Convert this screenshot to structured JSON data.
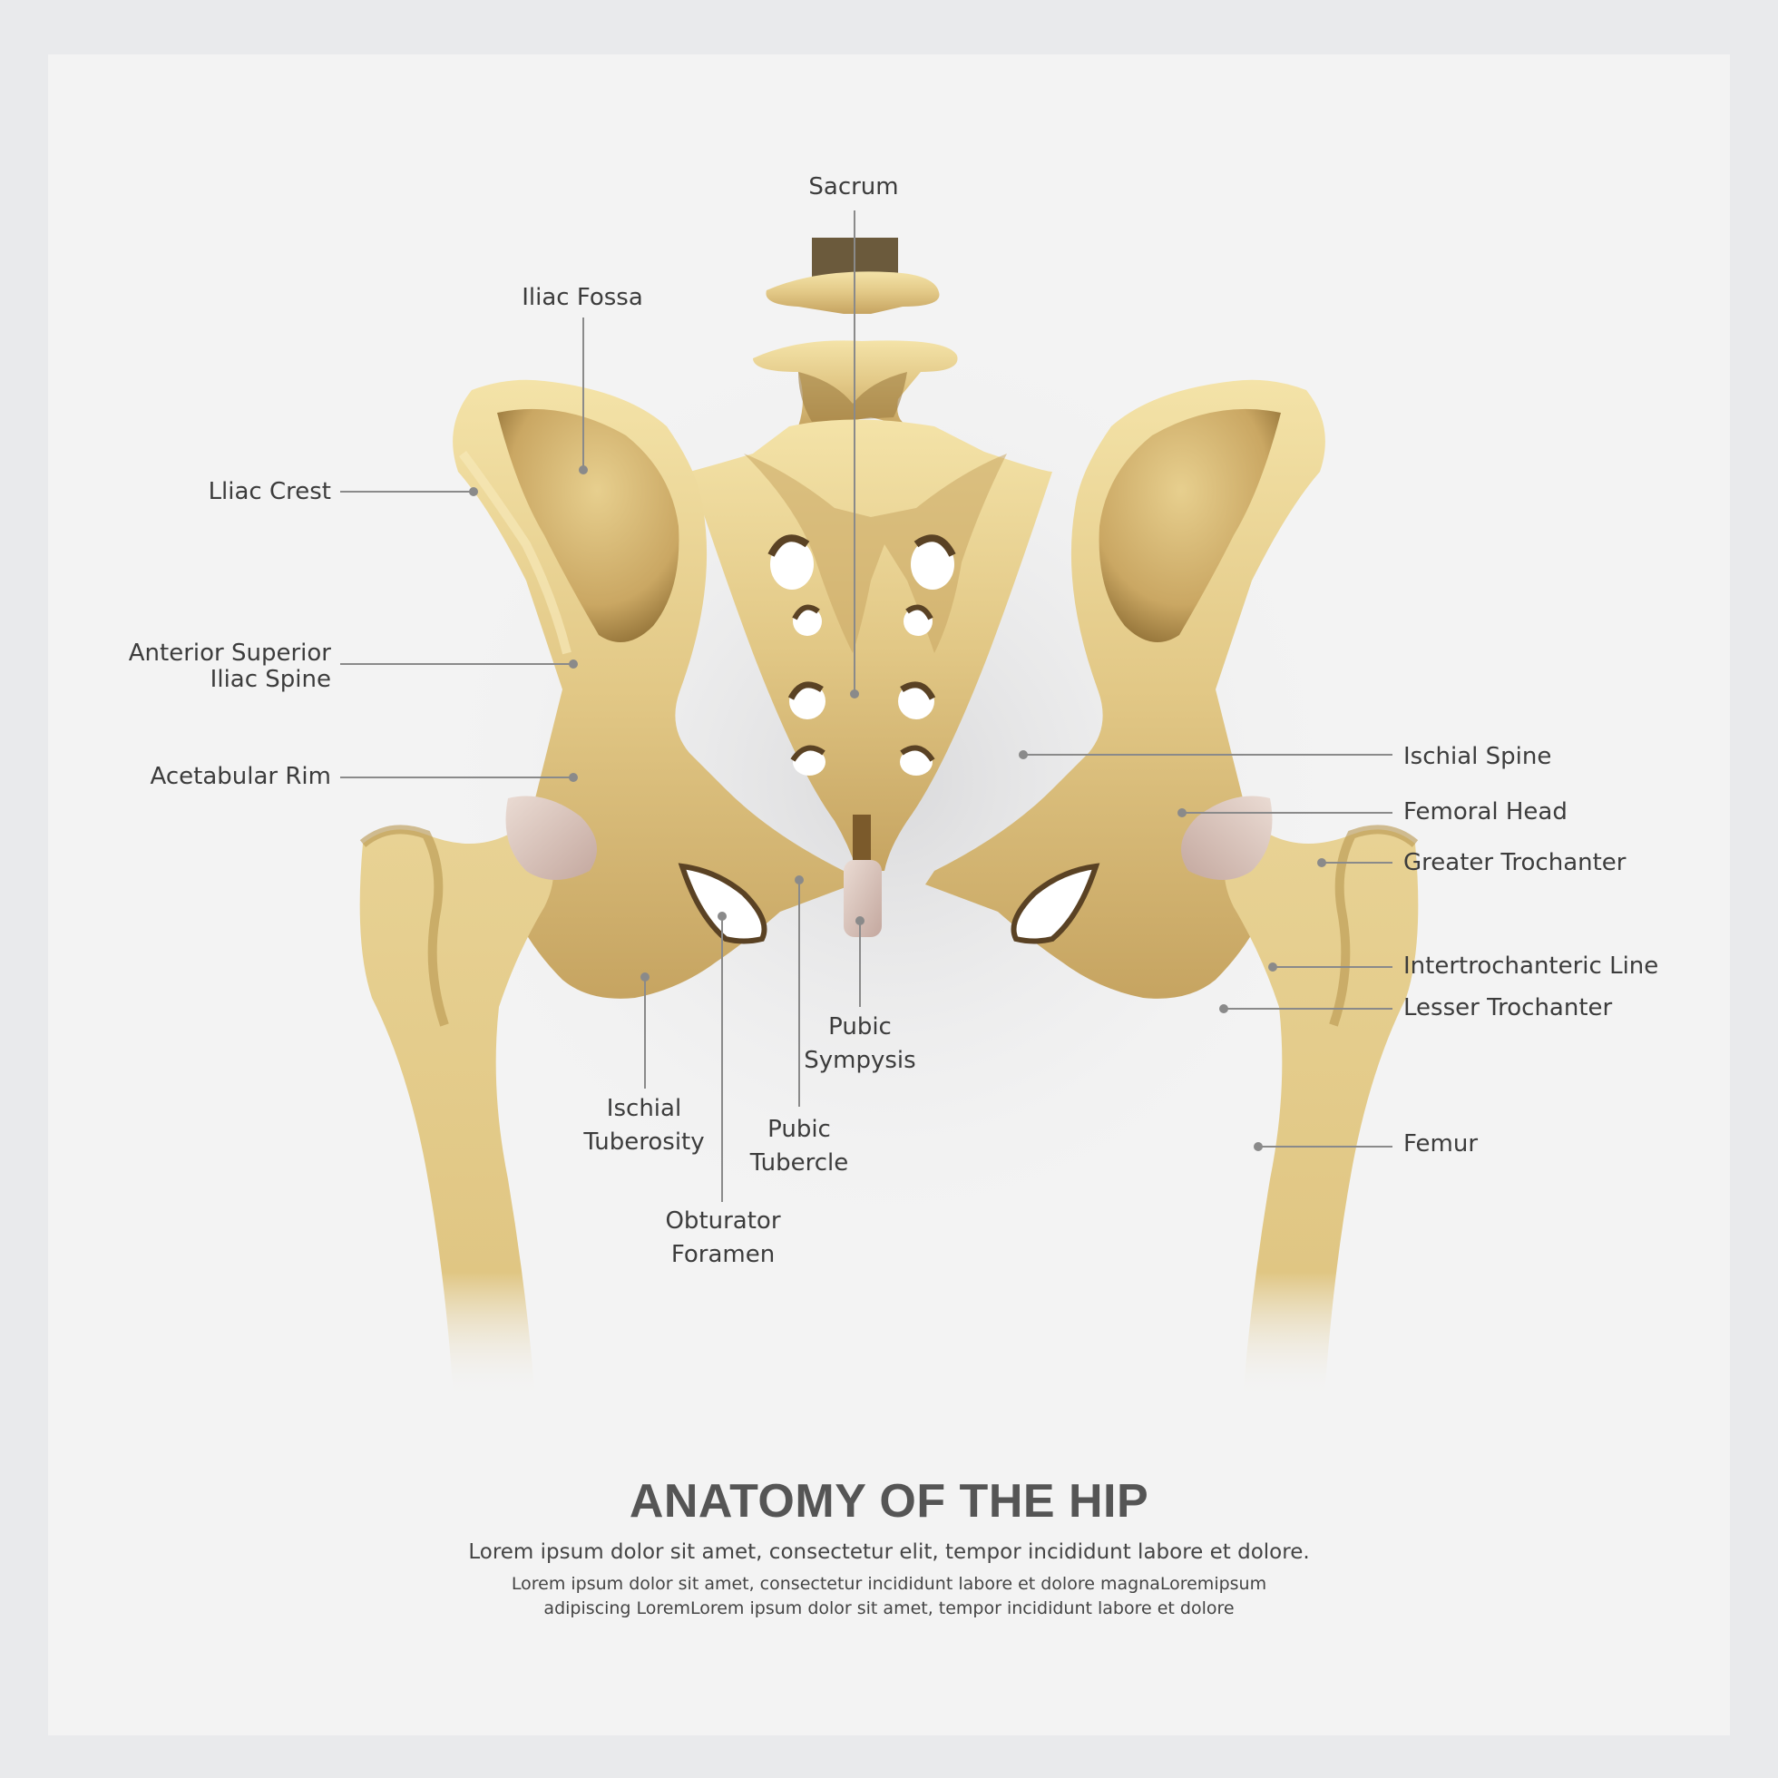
{
  "title": "ANATOMY OF THE HIP",
  "description_line1": "Lorem ipsum dolor sit amet, consectetur elit, tempor incididunt labore et dolore.",
  "description_line2": "Lorem ipsum dolor sit amet, consectetur  incididunt labore et dolore magnaLoremipsum",
  "description_line3": "adipiscing LoremLorem ipsum dolor sit amet, tempor incididunt labore et dolore",
  "labels": {
    "sacrum": "Sacrum",
    "iliac_fossa": "Iliac Fossa",
    "iliac_crest": "Lliac Crest",
    "asis_line1": "Anterior Superior",
    "asis_line2": "Iliac Spine",
    "acetabular_rim": "Acetabular Rim",
    "ischial_spine": "Ischial Spine",
    "femoral_head": "Femoral Head",
    "greater_trochanter": "Greater Trochanter",
    "intertrochanteric_line": "Intertrochanteric Line",
    "lesser_trochanter": "Lesser Trochanter",
    "femur": "Femur",
    "pubic_symphysis_line1": "Pubic",
    "pubic_symphysis_line2": "Sympysis",
    "ischial_tuberosity_line1": "Ischial",
    "ischial_tuberosity_line2": "Tuberosity",
    "pubic_tubercle_line1": "Pubic",
    "pubic_tubercle_line2": "Tubercle",
    "obturator_foramen_line1": "Obturator",
    "obturator_foramen_line2": "Foramen"
  },
  "colors": {
    "bone_light": "#f3dfa0",
    "bone_mid": "#dcc07a",
    "bone_dark": "#a68646",
    "cartilage": "#d9c0b8",
    "leader_line": "#8a8a8a",
    "text": "#3c3c3c"
  }
}
